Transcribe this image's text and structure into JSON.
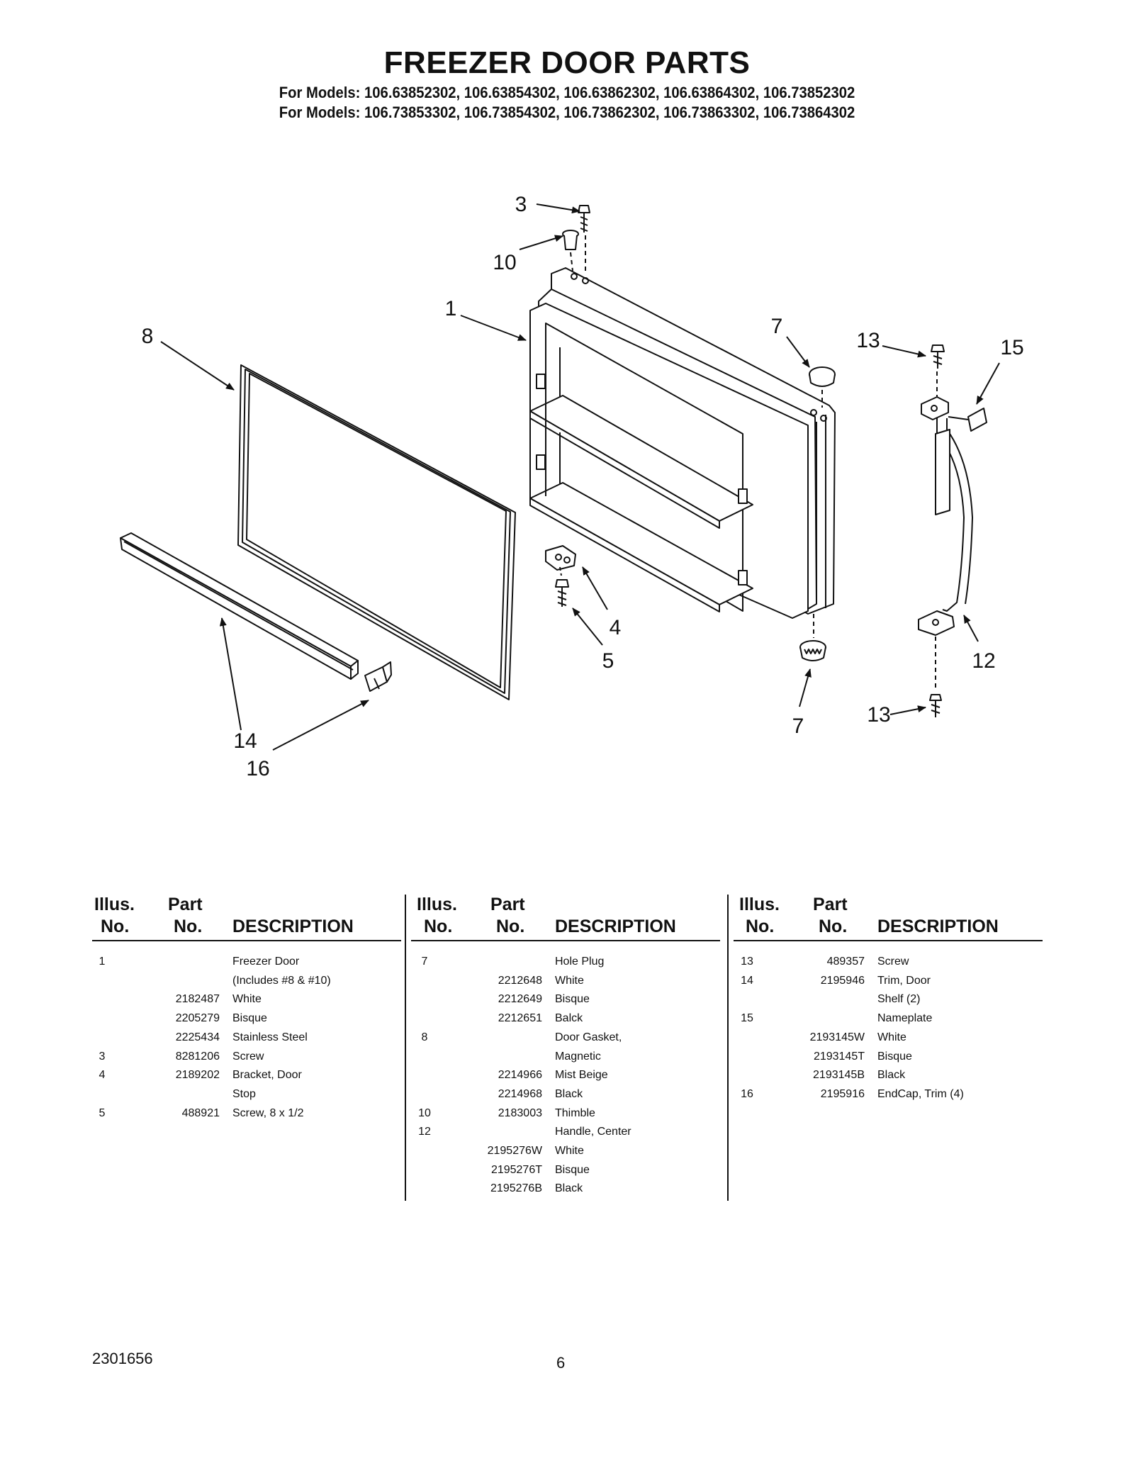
{
  "header": {
    "title": "FREEZER DOOR PARTS",
    "models_line_1": "For Models: 106.63852302, 106.63854302, 106.63862302, 106.63864302, 106.73852302",
    "models_line_2": "For Models: 106.73853302, 106.73854302, 106.73862302, 106.73863302, 106.73864302"
  },
  "diagram": {
    "callouts": [
      "3",
      "10",
      "1",
      "8",
      "7",
      "13",
      "15",
      "4",
      "5",
      "12",
      "7",
      "13",
      "14",
      "16"
    ]
  },
  "table": {
    "headers": {
      "illus_1": "Illus.",
      "illus_2": "No.",
      "part_1": "Part",
      "part_2": "No.",
      "description": "DESCRIPTION"
    },
    "columns": [
      [
        {
          "illus": "1",
          "part": "",
          "desc": "Freezer Door"
        },
        {
          "illus": "",
          "part": "",
          "desc": "(Includes #8 & #10)"
        },
        {
          "illus": "",
          "part": "2182487",
          "desc": "White"
        },
        {
          "illus": "",
          "part": "2205279",
          "desc": "Bisque"
        },
        {
          "illus": "",
          "part": "2225434",
          "desc": "Stainless Steel"
        },
        {
          "illus": "3",
          "part": "8281206",
          "desc": "Screw"
        },
        {
          "illus": "4",
          "part": "2189202",
          "desc": "Bracket, Door"
        },
        {
          "illus": "",
          "part": "",
          "desc": "Stop"
        },
        {
          "illus": "5",
          "part": "488921",
          "desc": "Screw, 8 x 1/2"
        }
      ],
      [
        {
          "illus": "7",
          "part": "",
          "desc": "Hole Plug"
        },
        {
          "illus": "",
          "part": "2212648",
          "desc": "White"
        },
        {
          "illus": "",
          "part": "2212649",
          "desc": "Bisque"
        },
        {
          "illus": "",
          "part": "2212651",
          "desc": "Balck"
        },
        {
          "illus": "8",
          "part": "",
          "desc": "Door Gasket,"
        },
        {
          "illus": "",
          "part": "",
          "desc": "Magnetic"
        },
        {
          "illus": "",
          "part": "2214966",
          "desc": "Mist Beige"
        },
        {
          "illus": "",
          "part": "2214968",
          "desc": "Black"
        },
        {
          "illus": "10",
          "part": "2183003",
          "desc": "Thimble"
        },
        {
          "illus": "12",
          "part": "",
          "desc": "Handle, Center"
        },
        {
          "illus": "",
          "part": "2195276W",
          "desc": "White"
        },
        {
          "illus": "",
          "part": "2195276T",
          "desc": "Bisque"
        },
        {
          "illus": "",
          "part": "2195276B",
          "desc": "Black"
        }
      ],
      [
        {
          "illus": "13",
          "part": "489357",
          "desc": "Screw"
        },
        {
          "illus": "14",
          "part": "2195946",
          "desc": "Trim, Door"
        },
        {
          "illus": "",
          "part": "",
          "desc": "Shelf (2)"
        },
        {
          "illus": "15",
          "part": "",
          "desc": "Nameplate"
        },
        {
          "illus": "",
          "part": "2193145W",
          "desc": "White"
        },
        {
          "illus": "",
          "part": "2193145T",
          "desc": "Bisque"
        },
        {
          "illus": "",
          "part": "2193145B",
          "desc": "Black"
        },
        {
          "illus": "16",
          "part": "2195916",
          "desc": "EndCap, Trim (4)"
        }
      ]
    ]
  },
  "footer": {
    "doc_number": "2301656",
    "page_number": "6"
  }
}
